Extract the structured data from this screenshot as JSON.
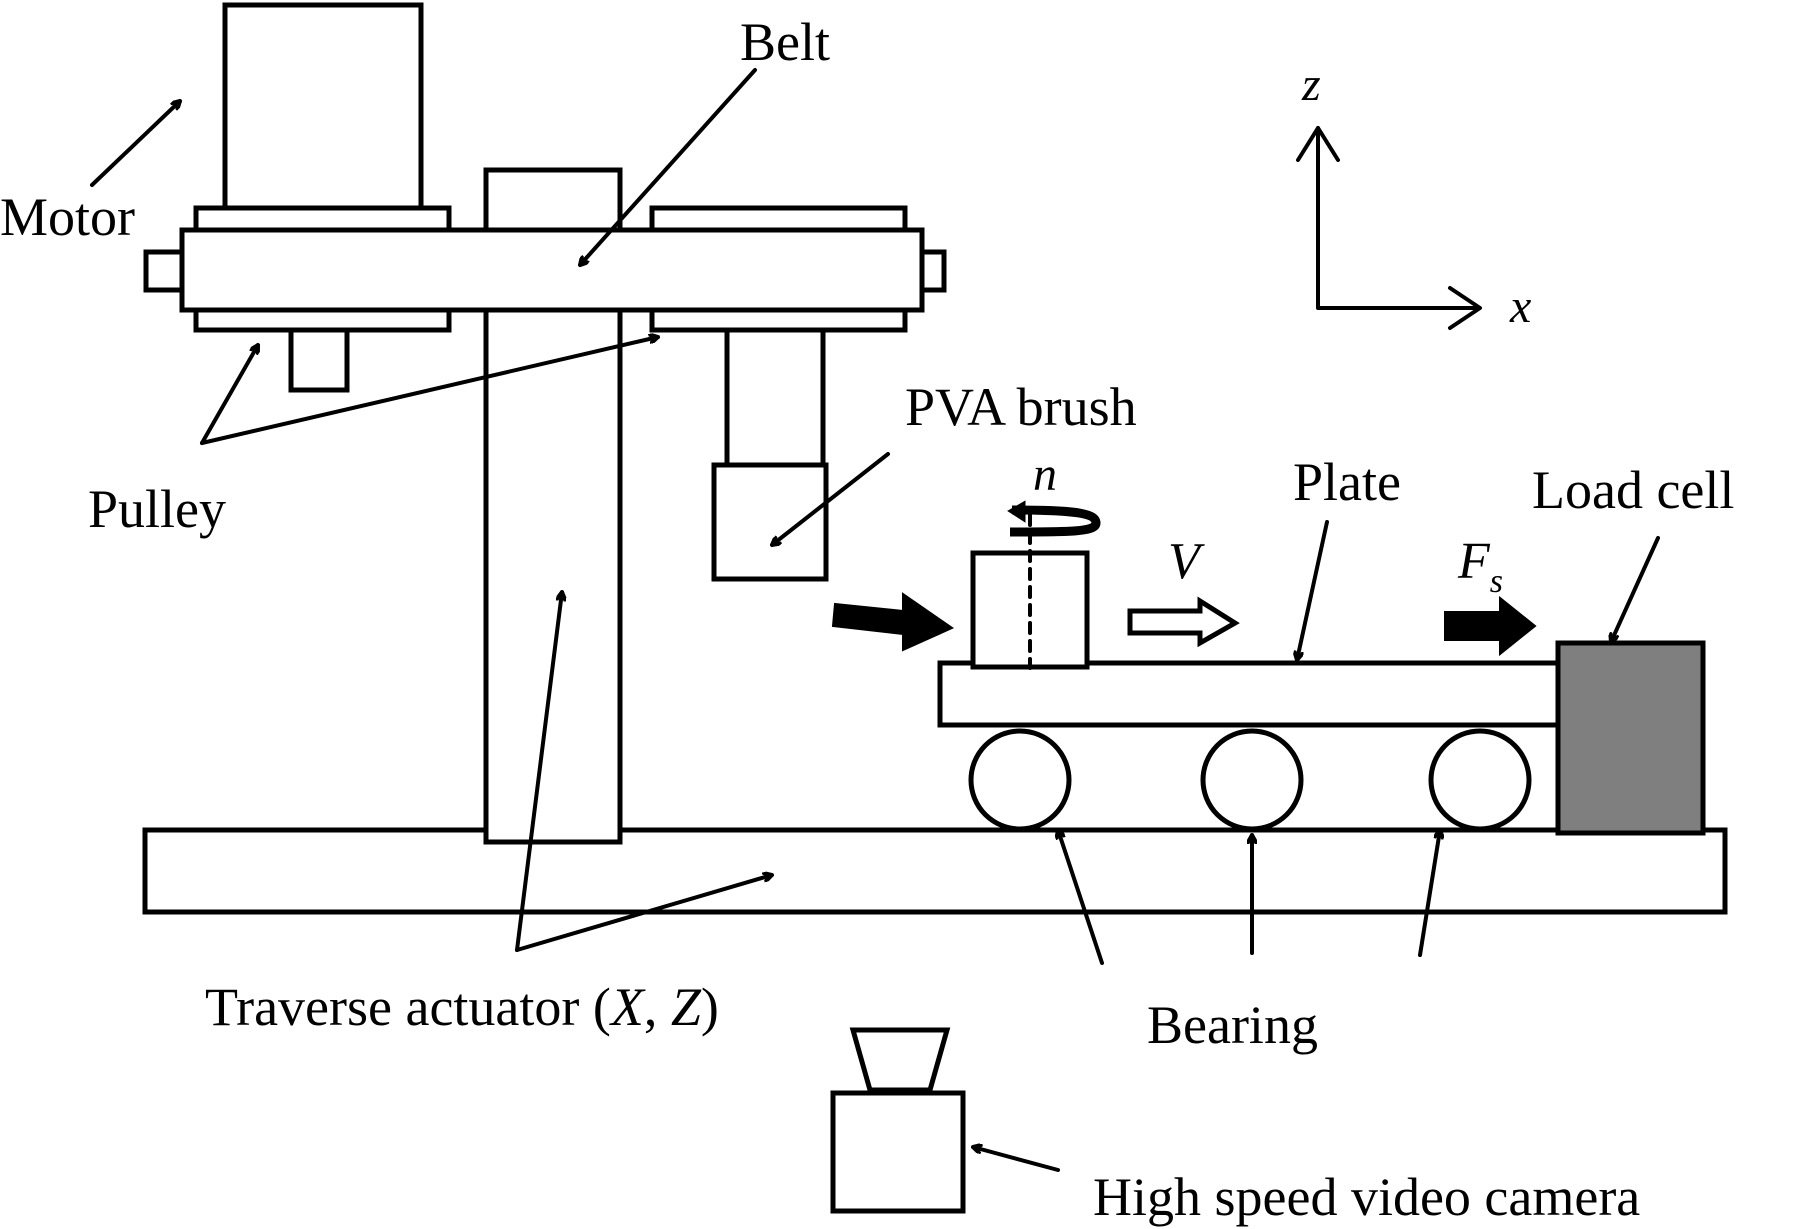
{
  "labels": {
    "motor": "Motor",
    "belt": "Belt",
    "pulley": "Pulley",
    "pva_brush": "PVA brush",
    "plate": "Plate",
    "load_cell": "Load cell",
    "traverse_actuator": "Traverse actuator (",
    "traverse_x": "X",
    "traverse_sep": ", ",
    "traverse_z": "Z",
    "traverse_close": ")",
    "bearing": "Bearing",
    "camera": "High speed video camera"
  },
  "symbols": {
    "rotation": "n",
    "velocity": "V",
    "force": "F",
    "force_subscript": "s",
    "axis_z": "z",
    "axis_x": "x"
  },
  "colors": {
    "stroke": "#000000",
    "load_cell_fill": "#7f7f7f",
    "background": "#ffffff"
  }
}
